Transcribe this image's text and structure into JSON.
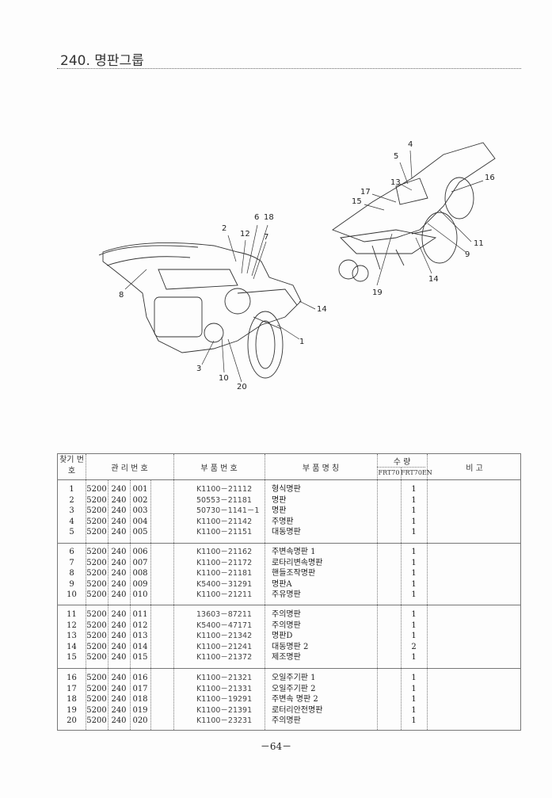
{
  "title": "240. 명판그룹",
  "diagram": {
    "left_callouts": [
      "2",
      "12",
      "6",
      "18",
      "7",
      "8",
      "14",
      "1",
      "3",
      "10",
      "20"
    ],
    "right_callouts": [
      "4",
      "5",
      "13",
      "16",
      "17",
      "15",
      "11",
      "9",
      "14",
      "19"
    ]
  },
  "table": {
    "headers": {
      "find_no": "찾기 번호",
      "mgmt_no": "관 리 번 호",
      "part_no": "부 품 번 호",
      "part_name": "부 품 명 칭",
      "qty": "수 량",
      "frt70": "FRT70",
      "frt70en": "FRT70EN",
      "remarks": "비 고"
    },
    "rows": [
      {
        "no": "1",
        "a": "5200",
        "b": "240",
        "c": "001",
        "part": "K1100－21112",
        "name": "형식명판",
        "frt70": "",
        "frt70en": "1"
      },
      {
        "no": "2",
        "a": "5200",
        "b": "240",
        "c": "002",
        "part": "50553－21181",
        "name": "명판",
        "frt70": "",
        "frt70en": "1"
      },
      {
        "no": "3",
        "a": "5200",
        "b": "240",
        "c": "003",
        "part": "50730－1141－1",
        "name": "명판",
        "frt70": "",
        "frt70en": "1"
      },
      {
        "no": "4",
        "a": "5200",
        "b": "240",
        "c": "004",
        "part": "K1100－21142",
        "name": "주명판",
        "frt70": "",
        "frt70en": "1"
      },
      {
        "no": "5",
        "a": "5200",
        "b": "240",
        "c": "005",
        "part": "K1100－21151",
        "name": "대동명판",
        "frt70": "",
        "frt70en": "1"
      },
      {
        "no": "6",
        "a": "5200",
        "b": "240",
        "c": "006",
        "part": "K1100－21162",
        "name": "주변속명판 1",
        "frt70": "",
        "frt70en": "1"
      },
      {
        "no": "7",
        "a": "5200",
        "b": "240",
        "c": "007",
        "part": "K1100－21172",
        "name": "로타리변속명판",
        "frt70": "",
        "frt70en": "1"
      },
      {
        "no": "8",
        "a": "5200",
        "b": "240",
        "c": "008",
        "part": "K1100－21181",
        "name": "핸들조작명판",
        "frt70": "",
        "frt70en": "1"
      },
      {
        "no": "9",
        "a": "5200",
        "b": "240",
        "c": "009",
        "part": "K5400－31291",
        "name": "명판A",
        "frt70": "",
        "frt70en": "1"
      },
      {
        "no": "10",
        "a": "5200",
        "b": "240",
        "c": "010",
        "part": "K1100－21211",
        "name": "주유명판",
        "frt70": "",
        "frt70en": "1"
      },
      {
        "no": "11",
        "a": "5200",
        "b": "240",
        "c": "011",
        "part": "13603－87211",
        "name": "주의명판",
        "frt70": "",
        "frt70en": "1"
      },
      {
        "no": "12",
        "a": "5200",
        "b": "240",
        "c": "012",
        "part": "K5400－47171",
        "name": "주의명판",
        "frt70": "",
        "frt70en": "1"
      },
      {
        "no": "13",
        "a": "5200",
        "b": "240",
        "c": "013",
        "part": "K1100－21342",
        "name": "명판D",
        "frt70": "",
        "frt70en": "1"
      },
      {
        "no": "14",
        "a": "5200",
        "b": "240",
        "c": "014",
        "part": "K1100－21241",
        "name": "대동명판 2",
        "frt70": "",
        "frt70en": "2"
      },
      {
        "no": "15",
        "a": "5200",
        "b": "240",
        "c": "015",
        "part": "K1100－21372",
        "name": "제조명판",
        "frt70": "",
        "frt70en": "1"
      },
      {
        "no": "16",
        "a": "5200",
        "b": "240",
        "c": "016",
        "part": "K1100－21321",
        "name": "오일주기판 1",
        "frt70": "",
        "frt70en": "1"
      },
      {
        "no": "17",
        "a": "5200",
        "b": "240",
        "c": "017",
        "part": "K1100－21331",
        "name": "오일주기판 2",
        "frt70": "",
        "frt70en": "1"
      },
      {
        "no": "18",
        "a": "5200",
        "b": "240",
        "c": "018",
        "part": "K1100－19291",
        "name": "주변속 명판 2",
        "frt70": "",
        "frt70en": "1"
      },
      {
        "no": "19",
        "a": "5200",
        "b": "240",
        "c": "019",
        "part": "K1100－21391",
        "name": "로터리안전명판",
        "frt70": "",
        "frt70en": "1"
      },
      {
        "no": "20",
        "a": "5200",
        "b": "240",
        "c": "020",
        "part": "K1100－23231",
        "name": "주의명판",
        "frt70": "",
        "frt70en": "1"
      }
    ]
  },
  "page_number": "－64－"
}
